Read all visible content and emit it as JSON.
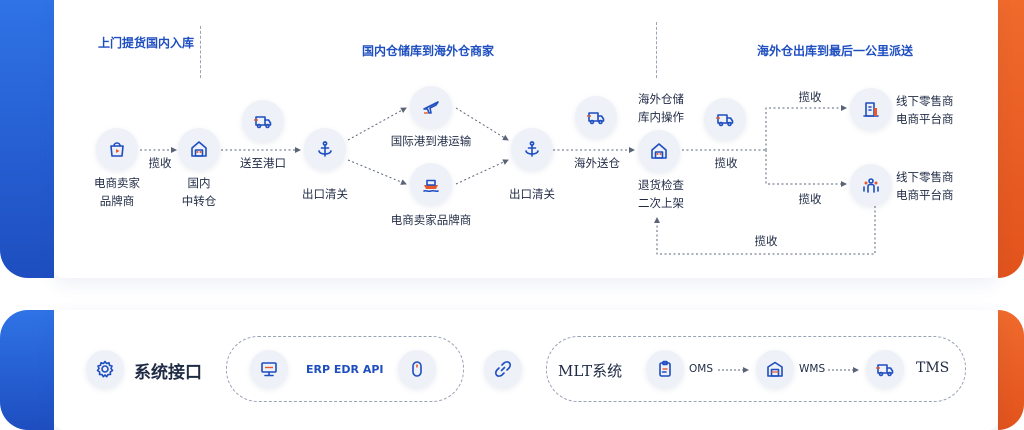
{
  "headers": {
    "left": "上门提货国内入库",
    "middle": "国内仓储库到海外仓商家",
    "right": "海外仓出库到最后一公里派送"
  },
  "nodes": {
    "seller": [
      "电商卖家",
      "品牌商"
    ],
    "domestic": [
      "国内",
      "中转仓"
    ],
    "export_customs_1": "出口清关",
    "intl_transport": "国际港到港运输",
    "seller_brand": "电商卖家品牌商",
    "export_customs_2": "出口清关",
    "overseas_ops": [
      "海外仓储",
      "库内操作"
    ],
    "returns": [
      "退货检查",
      "二次上架"
    ],
    "retail_1": [
      "线下零售商",
      "电商平台商"
    ],
    "retail_2": [
      "线下零售商",
      "电商平台商"
    ]
  },
  "edges": {
    "pickup_1": "揽收",
    "to_port": "送至港口",
    "overseas_delivery": "海外送仓",
    "pickup_2": "揽收",
    "pickup_top": "揽收",
    "pickup_bottom": "揽收",
    "pickup_return": "揽收"
  },
  "system": {
    "title": "系统接口",
    "api_label": "ERP EDR API",
    "mlt_label": "MLT系统",
    "oms": "OMS",
    "wms": "WMS",
    "tms": "TMS"
  },
  "colors": {
    "accent_blue": "#1e4ec0",
    "accent_orange": "#e8582a"
  }
}
